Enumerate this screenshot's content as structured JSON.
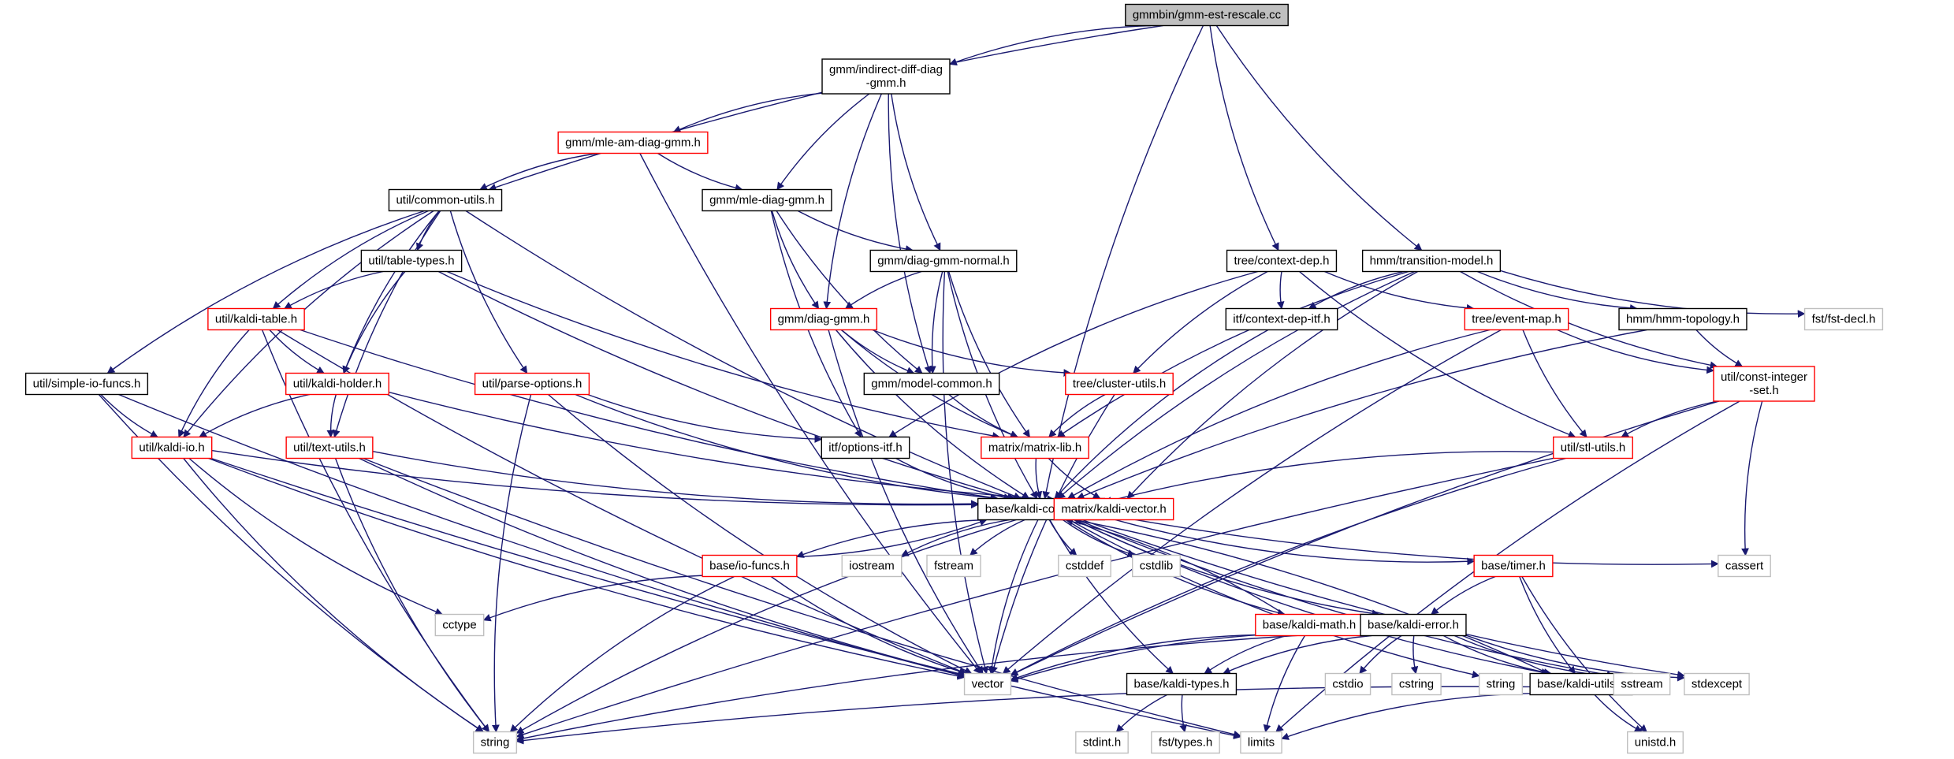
{
  "colors": {
    "edge": "#191970",
    "doc_border": "#000000",
    "red_border": "#ff0000",
    "sys_border": "#bfbfbf",
    "root_fill": "#bfbfbf",
    "fill": "#ffffff"
  },
  "nodes": [
    {
      "id": "root",
      "lines": [
        "gmmbin/gmm-est-rescale.cc"
      ],
      "kind": "root"
    },
    {
      "id": "indirect",
      "lines": [
        "gmm/indirect-diff-diag",
        "-gmm.h"
      ],
      "kind": "doc"
    },
    {
      "id": "commonutils",
      "lines": [
        "util/common-utils.h"
      ],
      "kind": "doc"
    },
    {
      "id": "mleam",
      "lines": [
        "gmm/mle-am-diag-gmm.h"
      ],
      "kind": "red"
    },
    {
      "id": "mlediag",
      "lines": [
        "gmm/mle-diag-gmm.h"
      ],
      "kind": "doc"
    },
    {
      "id": "tabletypes",
      "lines": [
        "util/table-types.h"
      ],
      "kind": "doc"
    },
    {
      "id": "diagnormal",
      "lines": [
        "gmm/diag-gmm-normal.h"
      ],
      "kind": "doc"
    },
    {
      "id": "contextdep",
      "lines": [
        "tree/context-dep.h"
      ],
      "kind": "doc"
    },
    {
      "id": "transmodel",
      "lines": [
        "hmm/transition-model.h"
      ],
      "kind": "doc"
    },
    {
      "id": "kalditable",
      "lines": [
        "util/kaldi-table.h"
      ],
      "kind": "red"
    },
    {
      "id": "diaggmm",
      "lines": [
        "gmm/diag-gmm.h"
      ],
      "kind": "red"
    },
    {
      "id": "ctxdepitf",
      "lines": [
        "itf/context-dep-itf.h"
      ],
      "kind": "doc"
    },
    {
      "id": "eventmap",
      "lines": [
        "tree/event-map.h"
      ],
      "kind": "red"
    },
    {
      "id": "hmmtopo",
      "lines": [
        "hmm/hmm-topology.h"
      ],
      "kind": "doc"
    },
    {
      "id": "fstdecl",
      "lines": [
        "fst/fst-decl.h"
      ],
      "kind": "sys"
    },
    {
      "id": "simpleio",
      "lines": [
        "util/simple-io-funcs.h"
      ],
      "kind": "doc"
    },
    {
      "id": "kaldiholder",
      "lines": [
        "util/kaldi-holder.h"
      ],
      "kind": "red"
    },
    {
      "id": "parseopts",
      "lines": [
        "util/parse-options.h"
      ],
      "kind": "red"
    },
    {
      "id": "modelcommon",
      "lines": [
        "gmm/model-common.h"
      ],
      "kind": "doc"
    },
    {
      "id": "clusterutils",
      "lines": [
        "tree/cluster-utils.h"
      ],
      "kind": "red"
    },
    {
      "id": "constint",
      "lines": [
        "util/const-integer",
        "-set.h"
      ],
      "kind": "red"
    },
    {
      "id": "kaldiio",
      "lines": [
        "util/kaldi-io.h"
      ],
      "kind": "red"
    },
    {
      "id": "textutils",
      "lines": [
        "util/text-utils.h"
      ],
      "kind": "red"
    },
    {
      "id": "optionsitf",
      "lines": [
        "itf/options-itf.h"
      ],
      "kind": "doc"
    },
    {
      "id": "matrixlib",
      "lines": [
        "matrix/matrix-lib.h"
      ],
      "kind": "red"
    },
    {
      "id": "stlutils",
      "lines": [
        "util/stl-utils.h"
      ],
      "kind": "red"
    },
    {
      "id": "kaldicommon",
      "lines": [
        "base/kaldi-common.h"
      ],
      "kind": "doc"
    },
    {
      "id": "kaldivector",
      "lines": [
        "matrix/kaldi-vector.h"
      ],
      "kind": "red"
    },
    {
      "id": "iofuncs",
      "lines": [
        "base/io-funcs.h"
      ],
      "kind": "red"
    },
    {
      "id": "iostream",
      "lines": [
        "iostream"
      ],
      "kind": "sys"
    },
    {
      "id": "fstream",
      "lines": [
        "fstream"
      ],
      "kind": "sys"
    },
    {
      "id": "cstddef",
      "lines": [
        "cstddef"
      ],
      "kind": "sys"
    },
    {
      "id": "cstdlib",
      "lines": [
        "cstdlib"
      ],
      "kind": "sys"
    },
    {
      "id": "timer",
      "lines": [
        "base/timer.h"
      ],
      "kind": "red"
    },
    {
      "id": "cassert",
      "lines": [
        "cassert"
      ],
      "kind": "sys"
    },
    {
      "id": "cctype",
      "lines": [
        "cctype"
      ],
      "kind": "sys"
    },
    {
      "id": "kaldimath",
      "lines": [
        "base/kaldi-math.h"
      ],
      "kind": "red"
    },
    {
      "id": "kaldierror",
      "lines": [
        "base/kaldi-error.h"
      ],
      "kind": "doc"
    },
    {
      "id": "vector",
      "lines": [
        "vector"
      ],
      "kind": "sys"
    },
    {
      "id": "kalditypes",
      "lines": [
        "base/kaldi-types.h"
      ],
      "kind": "doc"
    },
    {
      "id": "cstdio",
      "lines": [
        "cstdio"
      ],
      "kind": "sys"
    },
    {
      "id": "cstring",
      "lines": [
        "cstring"
      ],
      "kind": "sys"
    },
    {
      "id": "cstringh",
      "lines": [
        "string"
      ],
      "kind": "sys"
    },
    {
      "id": "kaldiutils",
      "lines": [
        "base/kaldi-utils.h"
      ],
      "kind": "doc"
    },
    {
      "id": "sstream",
      "lines": [
        "sstream"
      ],
      "kind": "sys"
    },
    {
      "id": "stdexcept",
      "lines": [
        "stdexcept"
      ],
      "kind": "sys"
    },
    {
      "id": "string",
      "lines": [
        "string"
      ],
      "kind": "sys"
    },
    {
      "id": "stdint",
      "lines": [
        "stdint.h"
      ],
      "kind": "sys"
    },
    {
      "id": "fsttypes",
      "lines": [
        "fst/types.h"
      ],
      "kind": "sys"
    },
    {
      "id": "limits",
      "lines": [
        "limits"
      ],
      "kind": "sys"
    },
    {
      "id": "unistd",
      "lines": [
        "unistd.h"
      ],
      "kind": "sys"
    }
  ],
  "edges": [
    [
      "root",
      "indirect"
    ],
    [
      "root",
      "commonutils"
    ],
    [
      "root",
      "contextdep"
    ],
    [
      "root",
      "transmodel"
    ],
    [
      "root",
      "kaldicommon"
    ],
    [
      "indirect",
      "mleam"
    ],
    [
      "indirect",
      "mlediag"
    ],
    [
      "indirect",
      "diagnormal"
    ],
    [
      "indirect",
      "diaggmm"
    ],
    [
      "indirect",
      "modelcommon"
    ],
    [
      "mleam",
      "commonutils"
    ],
    [
      "mleam",
      "mlediag"
    ],
    [
      "mleam",
      "vector"
    ],
    [
      "mlediag",
      "diagnormal"
    ],
    [
      "mlediag",
      "diaggmm"
    ],
    [
      "mlediag",
      "modelcommon"
    ],
    [
      "mlediag",
      "optionsitf"
    ],
    [
      "commonutils",
      "tabletypes"
    ],
    [
      "commonutils",
      "kalditable"
    ],
    [
      "commonutils",
      "kaldiholder"
    ],
    [
      "commonutils",
      "simpleio"
    ],
    [
      "commonutils",
      "kaldiio"
    ],
    [
      "commonutils",
      "parseopts"
    ],
    [
      "commonutils",
      "textutils"
    ],
    [
      "commonutils",
      "kaldicommon"
    ],
    [
      "tabletypes",
      "kalditable"
    ],
    [
      "tabletypes",
      "kaldiholder"
    ],
    [
      "tabletypes",
      "matrixlib"
    ],
    [
      "tabletypes",
      "kaldicommon"
    ],
    [
      "diagnormal",
      "diaggmm"
    ],
    [
      "diagnormal",
      "modelcommon"
    ],
    [
      "diagnormal",
      "matrixlib"
    ],
    [
      "diagnormal",
      "kaldicommon"
    ],
    [
      "diagnormal",
      "vector"
    ],
    [
      "diaggmm",
      "modelcommon"
    ],
    [
      "diaggmm",
      "clusterutils"
    ],
    [
      "diaggmm",
      "matrixlib"
    ],
    [
      "diaggmm",
      "kaldicommon"
    ],
    [
      "diaggmm",
      "vector"
    ],
    [
      "contextdep",
      "ctxdepitf"
    ],
    [
      "contextdep",
      "eventmap"
    ],
    [
      "contextdep",
      "clusterutils"
    ],
    [
      "contextdep",
      "optionsitf"
    ],
    [
      "contextdep",
      "stlutils"
    ],
    [
      "transmodel",
      "ctxdepitf"
    ],
    [
      "transmodel",
      "hmmtopo"
    ],
    [
      "transmodel",
      "fstdecl"
    ],
    [
      "transmodel",
      "constint"
    ],
    [
      "transmodel",
      "kaldicommon"
    ],
    [
      "transmodel",
      "kaldivector"
    ],
    [
      "transmodel",
      "matrixlib"
    ],
    [
      "kalditable",
      "kaldiholder"
    ],
    [
      "kalditable",
      "kaldiio"
    ],
    [
      "kalditable",
      "string"
    ],
    [
      "kalditable",
      "vector"
    ],
    [
      "kalditable",
      "kaldicommon"
    ],
    [
      "ctxdepitf",
      "kaldicommon"
    ],
    [
      "eventmap",
      "constint"
    ],
    [
      "eventmap",
      "stlutils"
    ],
    [
      "eventmap",
      "kaldicommon"
    ],
    [
      "eventmap",
      "vector"
    ],
    [
      "hmmtopo",
      "constint"
    ],
    [
      "hmmtopo",
      "kaldicommon"
    ],
    [
      "simpleio",
      "kaldiio"
    ],
    [
      "simpleio",
      "string"
    ],
    [
      "simpleio",
      "vector"
    ],
    [
      "kaldiholder",
      "kaldiio"
    ],
    [
      "kaldiholder",
      "textutils"
    ],
    [
      "kaldiholder",
      "kaldivector"
    ],
    [
      "parseopts",
      "optionsitf"
    ],
    [
      "parseopts",
      "kaldicommon"
    ],
    [
      "parseopts",
      "string"
    ],
    [
      "parseopts",
      "vector"
    ],
    [
      "modelcommon",
      "matrixlib"
    ],
    [
      "clusterutils",
      "matrixlib"
    ],
    [
      "clusterutils",
      "vector"
    ],
    [
      "constint",
      "stlutils"
    ],
    [
      "constint",
      "cassert"
    ],
    [
      "constint",
      "vector"
    ],
    [
      "constint",
      "limits"
    ],
    [
      "kaldiio",
      "kaldicommon"
    ],
    [
      "kaldiio",
      "cctype"
    ],
    [
      "kaldiio",
      "string"
    ],
    [
      "kaldiio",
      "vector"
    ],
    [
      "kaldiio",
      "limits"
    ],
    [
      "textutils",
      "kaldicommon"
    ],
    [
      "textutils",
      "string"
    ],
    [
      "textutils",
      "vector"
    ],
    [
      "textutils",
      "limits"
    ],
    [
      "optionsitf",
      "kaldicommon"
    ],
    [
      "matrixlib",
      "kaldicommon"
    ],
    [
      "matrixlib",
      "kaldivector"
    ],
    [
      "stlutils",
      "kaldicommon"
    ],
    [
      "stlutils",
      "vector"
    ],
    [
      "stlutils",
      "string"
    ],
    [
      "kaldicommon",
      "iofuncs"
    ],
    [
      "kaldicommon",
      "iostream"
    ],
    [
      "kaldicommon",
      "fstream"
    ],
    [
      "kaldicommon",
      "cstddef"
    ],
    [
      "kaldicommon",
      "cstdlib"
    ],
    [
      "kaldicommon",
      "timer"
    ],
    [
      "kaldicommon",
      "cassert"
    ],
    [
      "kaldicommon",
      "kaldimath"
    ],
    [
      "kaldicommon",
      "kaldierror"
    ],
    [
      "kaldicommon",
      "vector"
    ],
    [
      "kaldicommon",
      "kalditypes"
    ],
    [
      "kaldicommon",
      "string"
    ],
    [
      "kaldicommon",
      "cstringh"
    ],
    [
      "kaldicommon",
      "kaldiutils"
    ],
    [
      "kaldicommon",
      "sstream"
    ],
    [
      "kaldicommon",
      "stdexcept"
    ],
    [
      "iofuncs",
      "kaldicommon"
    ],
    [
      "iofuncs",
      "cctype"
    ],
    [
      "iofuncs",
      "vector"
    ],
    [
      "iofuncs",
      "string"
    ],
    [
      "timer",
      "kaldierror"
    ],
    [
      "timer",
      "kaldiutils"
    ],
    [
      "timer",
      "unistd"
    ],
    [
      "kaldimath",
      "kaldicommon"
    ],
    [
      "kaldimath",
      "kalditypes"
    ],
    [
      "kaldimath",
      "vector"
    ],
    [
      "kaldimath",
      "limits"
    ],
    [
      "kaldierror",
      "kaldiutils"
    ],
    [
      "kaldierror",
      "kalditypes"
    ],
    [
      "kaldierror",
      "vector"
    ],
    [
      "kaldierror",
      "cstdio"
    ],
    [
      "kaldierror",
      "cstring"
    ],
    [
      "kaldierror",
      "sstream"
    ],
    [
      "kaldierror",
      "stdexcept"
    ],
    [
      "kaldierror",
      "string"
    ],
    [
      "kaldiutils",
      "kaldicommon"
    ],
    [
      "kaldiutils",
      "limits"
    ],
    [
      "kaldiutils",
      "string"
    ],
    [
      "kaldiutils",
      "unistd"
    ],
    [
      "kalditypes",
      "stdint"
    ],
    [
      "kalditypes",
      "fsttypes"
    ]
  ]
}
